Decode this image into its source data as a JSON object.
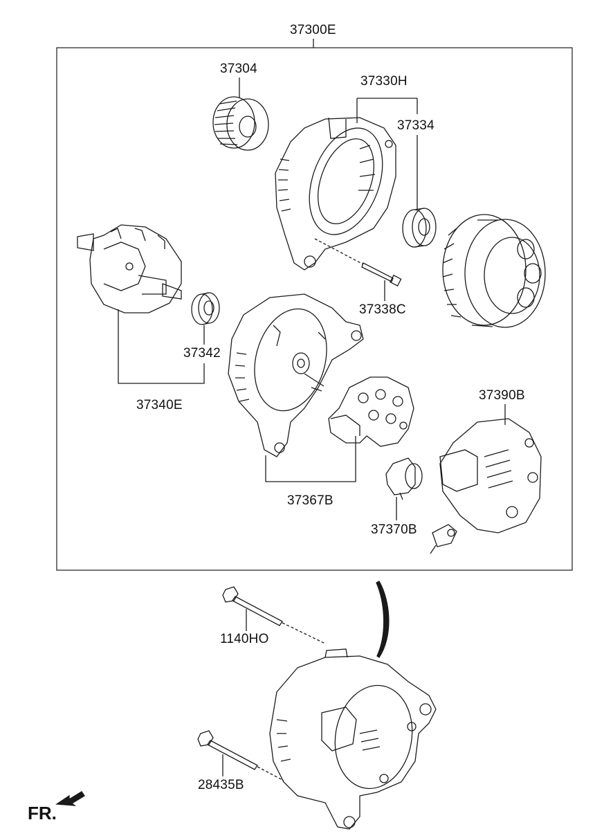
{
  "labels": {
    "assembly": "37300E",
    "pulley": "37304",
    "front_bracket": "37330H",
    "front_bearing": "37334",
    "through_bolt": "37338C",
    "rotor_assy": "37340E",
    "rear_bearing": "37342",
    "rear_bracket_assy": "37367B",
    "rectifier_cover": "37390B",
    "regulator": "37370B",
    "mount_bolt_upper": "1140HO",
    "mount_bolt_lower": "28435B"
  },
  "direction": {
    "text": "FR."
  },
  "colors": {
    "line": "#1a1a1a",
    "background": "#ffffff"
  }
}
